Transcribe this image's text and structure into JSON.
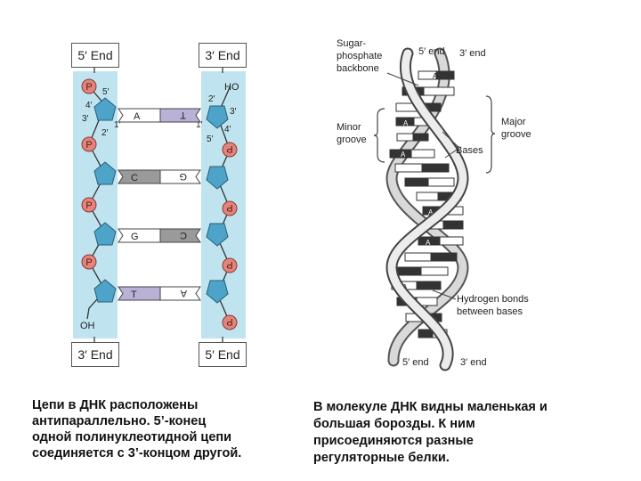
{
  "left_diagram": {
    "top_left_end": "5′ End",
    "top_right_end": "3′ End",
    "bottom_left_end": "3′ End",
    "bottom_right_end": "5′ End",
    "phosphate": "P",
    "hydroxyl_left": "OH",
    "hydroxyl_right": "HO",
    "carbon_labels_left": [
      "5′",
      "4′",
      "3′",
      "2′",
      "1′"
    ],
    "carbon_labels_right": [
      "2′",
      "3′",
      "1′",
      "4′",
      "5′"
    ],
    "pairs": [
      {
        "left": "A",
        "right": "T",
        "left_color": "#ffffff",
        "right_color": "#b9b1d6"
      },
      {
        "left": "C",
        "right": "G",
        "left_color": "#9a9a9a",
        "right_color": "#ffffff"
      },
      {
        "left": "G",
        "right": "C",
        "left_color": "#ffffff",
        "right_color": "#9a9a9a"
      },
      {
        "left": "T",
        "right": "A",
        "left_color": "#b9b1d6",
        "right_color": "#ffffff"
      }
    ],
    "colors": {
      "strand_bg": "#bfe4ef",
      "sugar": "#4ea3c9",
      "phosphate": "#e2847c"
    }
  },
  "right_diagram": {
    "label_backbone": [
      "Sugar-",
      "phosphate",
      "backbone"
    ],
    "label_minor": [
      "Minor",
      "groove"
    ],
    "label_major": [
      "Major",
      "groove"
    ],
    "label_bases": "Bases",
    "label_hbonds": [
      "Hydrogen bonds",
      "between bases"
    ],
    "top_5_end": "5′ end",
    "top_3_end": "3′ end",
    "bottom_5_end": "5′ end",
    "bottom_3_end": "3′ end",
    "rung_letters": [
      "A",
      "A",
      "A",
      "A",
      "A",
      "A",
      "A"
    ]
  },
  "captions": {
    "left": [
      "Цепи в ДНК расположены",
      "антипараллельно. 5’-конец",
      "одной полинуклеотидной цепи",
      "соединяется с 3’-концом другой."
    ],
    "right": [
      "В молекуле ДНК видны маленькая и",
      "большая борозды. К ним",
      "присоединяются разные",
      "регуляторные белки."
    ]
  }
}
